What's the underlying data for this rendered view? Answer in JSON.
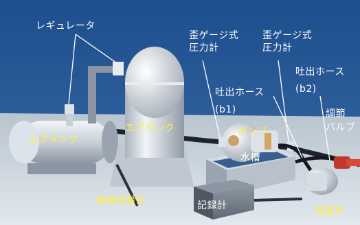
{
  "labels": {
    "regulator": "レギュレータ",
    "strain_b1_line1": "歪ゲージ式",
    "strain_b1_line2": "圧力計",
    "strain_b2_line1": "歪ゲージ式",
    "strain_b2_line2": "圧力計",
    "discharge_b2": "吐出ホース",
    "discharge_b2_id": "(b2)",
    "discharge_b1": "吐出ホース",
    "discharge_b1_id": "(b1)",
    "control_valve_line1": "調節",
    "control_valve_line2": "バルブ",
    "air_tank_left": "エアタンク",
    "air_tank_center": "エアタンク",
    "pump": "ポンプ",
    "water_tank": "水槽",
    "area_flowmeter": "面積流量計",
    "recorder": "記録計",
    "flowmeter": "流量計"
  }
}
